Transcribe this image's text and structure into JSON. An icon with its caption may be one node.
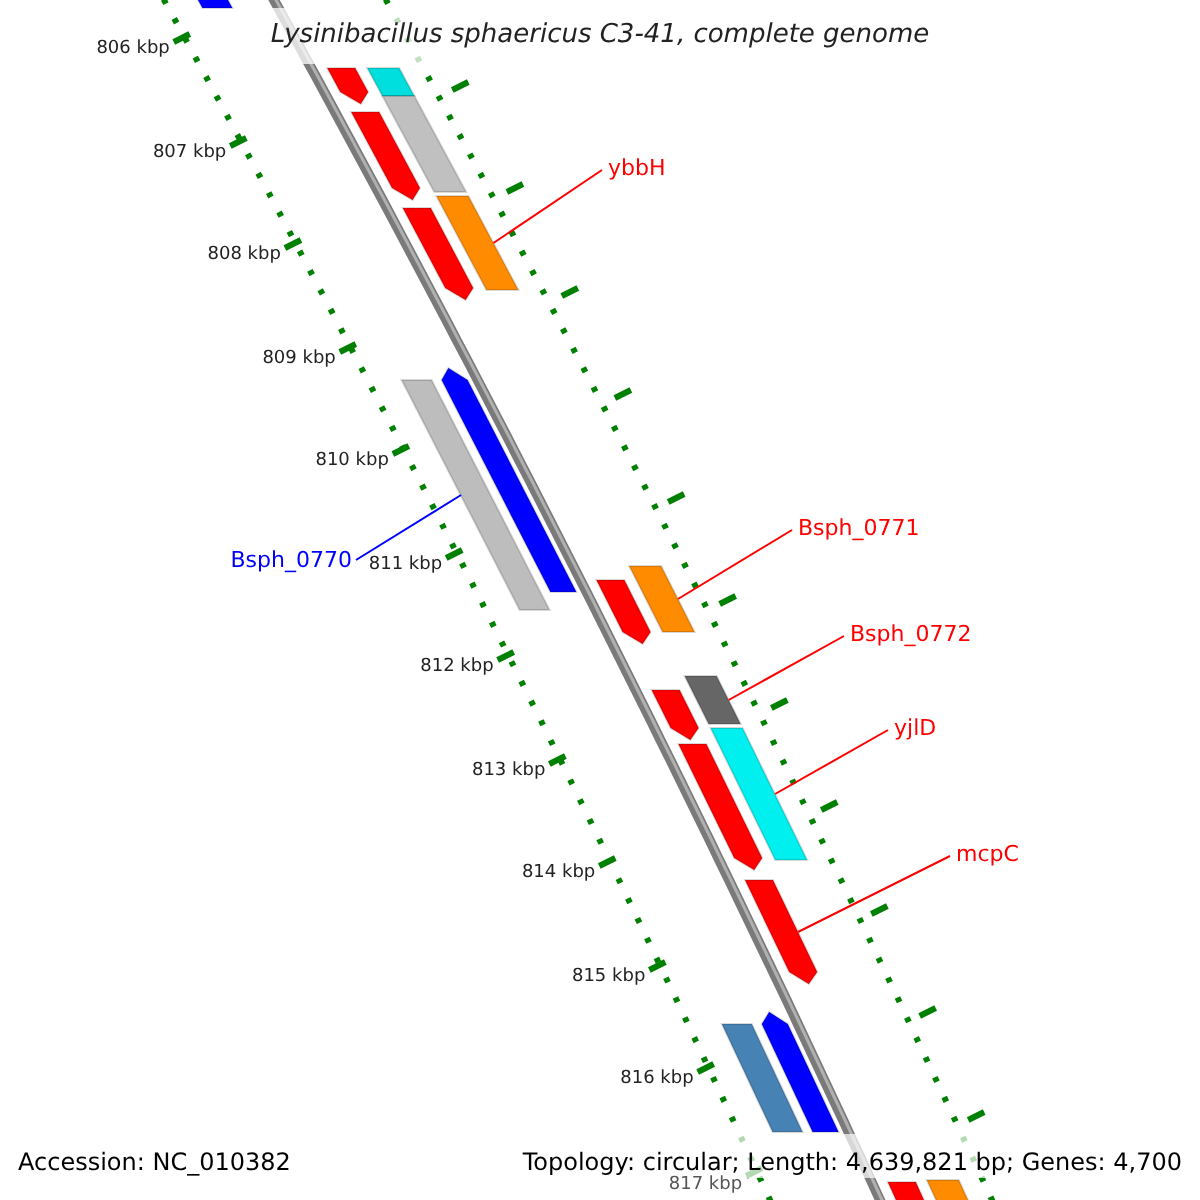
{
  "diagram": {
    "title": "Lysinibacillus sphaericus C3-41, complete genome",
    "nodes": [
      {
        "text": [
          "ybbH"
        ]
      },
      {
        "text": [],
        "shape": "bar"
      },
      {
        "text": [
          "Bsph_0770"
        ]
      },
      {
        "text": [],
        "shape": "bar"
      },
      {
        "text": [
          "Bsph_0771"
        ]
      },
      {
        "text": [],
        "shape": "bar"
      },
      {
        "text": [
          "Bsph_0772"
        ]
      },
      {
        "text": [],
        "shape": "bar"
      },
      {
        "text": [
          "yjlD"
        ]
      },
      {
        "text": [],
        "shape": "bar"
      },
      {
        "text": [
          "mcpC"
        ]
      },
      {
        "text": [],
        "shape": "bar"
      },
      {
        "text": [],
        "shape": "bar"
      },
      {
        "text": [],
        "shape": "bar"
      },
      {
        "text": [],
        "shape": "bar"
      },
      {
        "text": [],
        "shape": "bar"
      },
      {
        "text": [],
        "shape": "bar"
      },
      {
        "text": [],
        "shape": "bar"
      },
      {
        "text": [],
        "shape": "bar"
      },
      {
        "text": [],
        "shape": "bar"
      },
      {
        "text": [],
        "shape": "bar"
      },
      {
        "text": [],
        "shape": "bar"
      },
      {
        "text": [],
        "shape": "bar"
      },
      {
        "text": [],
        "shape": "bar"
      },
      {
        "text": [],
        "shape": "bar"
      },
      {
        "text": [],
        "shape": "bar"
      }
    ],
    "edges": [
      {
        "from": 0,
        "to": 1,
        "arrow": "none"
      },
      {
        "from": 2,
        "to": 3,
        "arrow": "none",
        "color": "#0000ff"
      },
      {
        "from": 4,
        "to": 5,
        "arrow": "none"
      },
      {
        "from": 6,
        "to": 7,
        "arrow": "none"
      },
      {
        "from": 8,
        "to": 9,
        "arrow": "none"
      },
      {
        "from": 10,
        "to": 11,
        "arrow": "none"
      }
    ],
    "labels": [
      "806 kbp",
      "807 kbp",
      "808 kbp",
      "809 kbp",
      "810 kbp",
      "811 kbp",
      "812 kbp",
      "813 kbp",
      "814 kbp",
      "815 kbp",
      "816 kbp",
      "817 kbp",
      "Accession: NC_010382",
      "Topology: circular; Length: 4,639,821 bp; Genes: 4,700"
    ]
  }
}
